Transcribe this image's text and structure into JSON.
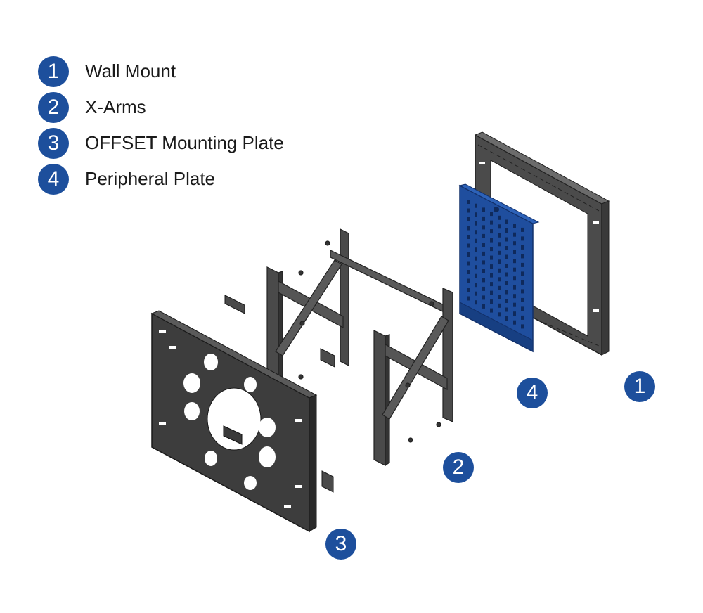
{
  "legend": [
    {
      "number": "1",
      "label": "Wall Mount"
    },
    {
      "number": "2",
      "label": "X-Arms"
    },
    {
      "number": "3",
      "label": "OFFSET Mounting Plate"
    },
    {
      "number": "4",
      "label": "Peripheral Plate"
    }
  ],
  "callouts": {
    "wall_mount": "1",
    "x_arms": "2",
    "offset_plate": "3",
    "peripheral_plate": "4"
  },
  "colors": {
    "badge": "#1d4f9c",
    "peripheral_plate": "#1f4e9e",
    "metal": "#4a4a4a"
  }
}
